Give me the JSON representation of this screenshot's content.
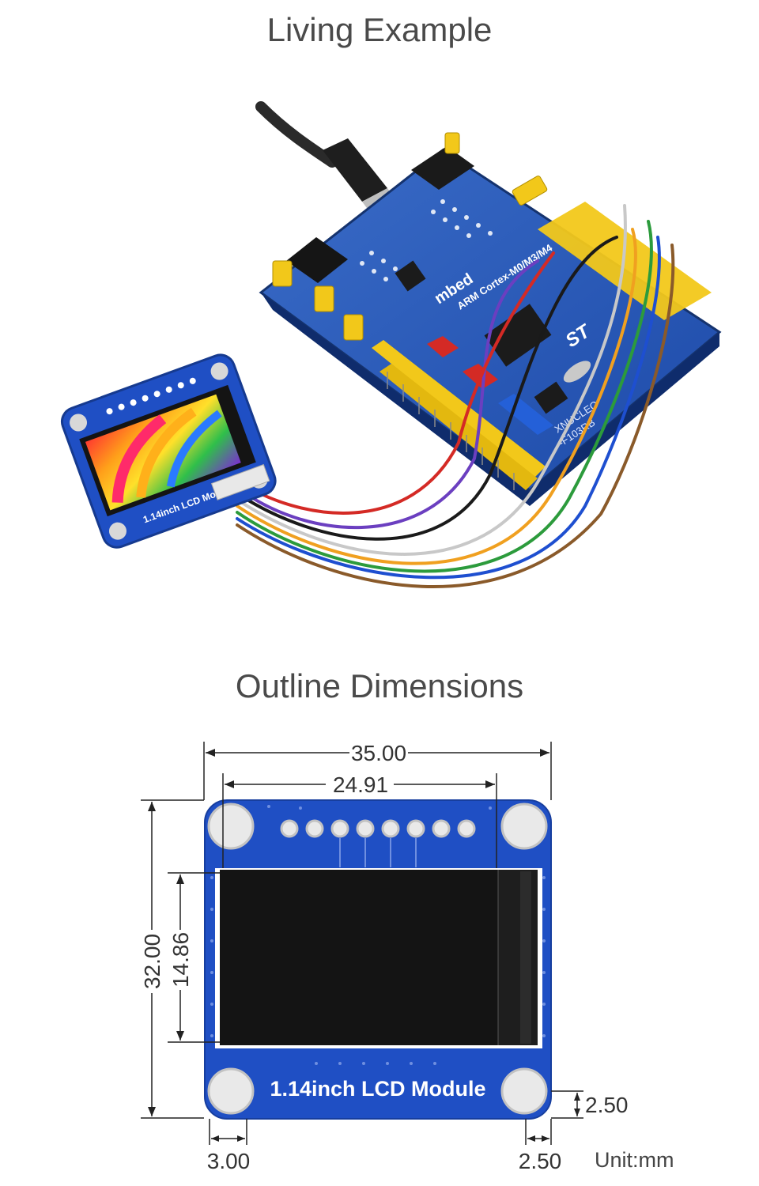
{
  "sections": {
    "living_example_title": "Living Example",
    "outline_dimensions_title": "Outline Dimensions"
  },
  "photo": {
    "module_label": "1.14inch LCD Module",
    "board_labels": {
      "brand": "mbed",
      "arm": "ARM Cortex-M0/M3/M4",
      "st_logo": "ST",
      "xnucleo": "XNUCLEO",
      "model": "-F103RB"
    }
  },
  "drawing": {
    "module_label": "1.14inch LCD Module",
    "dimensions": {
      "overall_width": "35.00",
      "display_width": "24.91",
      "overall_height": "32.00",
      "display_height": "14.86",
      "hole_offset_left": "3.00",
      "hole_offset_right": "2.50",
      "hole_offset_bottom": "2.50"
    },
    "unit": "Unit:mm"
  },
  "colors": {
    "pcb_blue": "#1f4fc4",
    "board_blue": "#2a5ab8",
    "header_yellow": "#f2c81a",
    "header_red": "#d42a25",
    "header_blue": "#2460d8",
    "screen_black": "#141414"
  }
}
